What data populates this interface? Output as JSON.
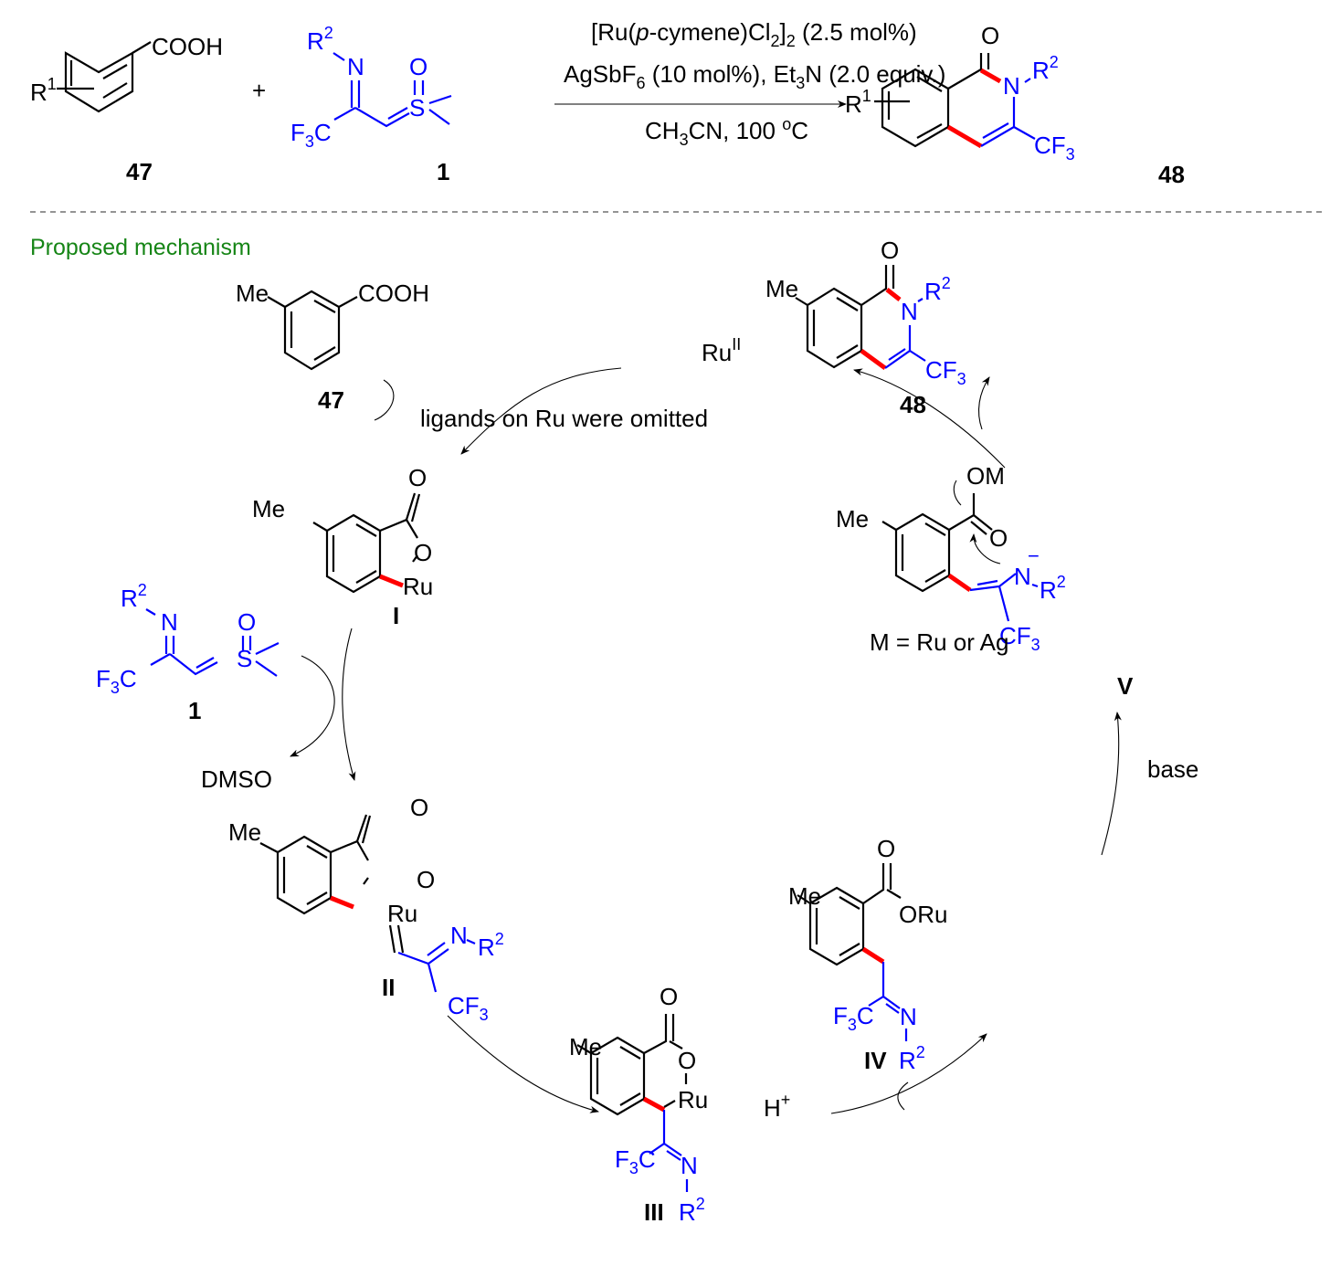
{
  "scheme": {
    "reactant_acid": {
      "substituent": "R",
      "substituent_sup": "1",
      "group": "COOH",
      "label": "47"
    },
    "plus": "+",
    "reactant_ylide": {
      "r_group": "R",
      "r_sup": "2",
      "n": "N",
      "o": "O",
      "s": "S",
      "cf3_f": "F",
      "cf3_sub": "3",
      "cf3_c": "C",
      "label": "1"
    },
    "conditions": {
      "line1_a": "[Ru(",
      "line1_p": "p",
      "line1_b": "-cymene)Cl",
      "line1_sub1": "2",
      "line1_c": "]",
      "line1_sub2": "2",
      "line1_d": " (2.5 mol%)",
      "line2_a": "AgSbF",
      "line2_sub1": "6",
      "line2_b": " (10 mol%), Et",
      "line2_sub2": "3",
      "line2_c": "N (2.0 equiv.)",
      "line3_a": "CH",
      "line3_sub": "3",
      "line3_b": "CN, 100 ",
      "line3_sup": "o",
      "line3_c": "C"
    },
    "product": {
      "substituent": "R",
      "substituent_sup": "1",
      "o": "O",
      "n": "N",
      "r": "R",
      "r_sup": "2",
      "cf": "CF",
      "cf_sub": "3",
      "label": "48"
    }
  },
  "mechanism": {
    "title": "Proposed mechanism",
    "catalyst": {
      "ru": "Ru",
      "ox": "II"
    },
    "note": "ligands on Ru were omitted",
    "acid_47": {
      "me": "Me",
      "group": "COOH",
      "label": "47"
    },
    "product_48": {
      "me": "Me",
      "o": "O",
      "n": "N",
      "r": "R",
      "r_sup": "2",
      "cf": "CF",
      "cf_sub": "3",
      "label": "48"
    },
    "int_I": {
      "me": "Me",
      "o1": "O",
      "o2": "O",
      "ru": "Ru",
      "label": "I"
    },
    "reagent_1": {
      "r": "R",
      "r_sup": "2",
      "n": "N",
      "o": "O",
      "s": "S",
      "f": "F",
      "f_sub": "3",
      "c": "C",
      "label": "1"
    },
    "byproduct": "DMSO",
    "int_II": {
      "me": "Me",
      "o1": "O",
      "o2": "O",
      "ru": "Ru",
      "n": "N",
      "r": "R",
      "r_sup": "2",
      "cf": "CF",
      "cf_sub": "3",
      "label": "II"
    },
    "int_III": {
      "me": "Me",
      "o1": "O",
      "o2": "O",
      "ru": "Ru",
      "f": "F",
      "f_sub": "3",
      "c": "C",
      "n": "N",
      "r": "R",
      "r_sup": "2",
      "label": "III"
    },
    "proton": {
      "h": "H",
      "sup": "+"
    },
    "int_IV": {
      "me": "Me",
      "o": "O",
      "oru": "ORu",
      "f": "F",
      "f_sub": "3",
      "c": "C",
      "n": "N",
      "r": "R",
      "r_sup": "2",
      "label": "IV"
    },
    "base": "base",
    "int_V": {
      "me": "Me",
      "om": "OM",
      "o": "O",
      "n": "N",
      "minus": "−",
      "r": "R",
      "r_sup": "2",
      "cf": "CF",
      "cf_sub": "3",
      "label": "V",
      "note": "M = Ru or Ag"
    }
  },
  "colors": {
    "reagent": "#0000ff",
    "new_bond": "#ff0000",
    "title": "#168516"
  }
}
